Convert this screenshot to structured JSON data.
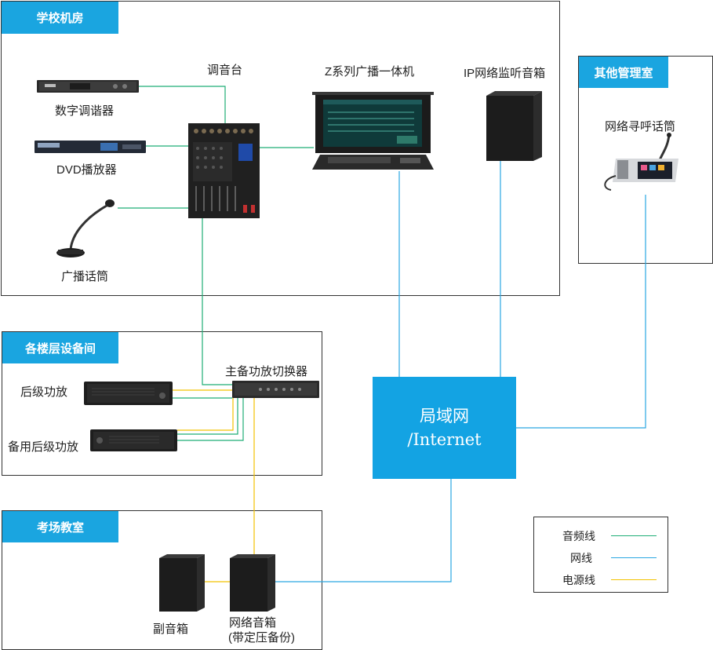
{
  "colors": {
    "audio": "#1fae76",
    "network": "#2aa7e2",
    "power": "#f2c200",
    "zone_title_bg": "#1aa5e0",
    "lan_bg": "#13a3e3"
  },
  "zones": {
    "school": "学校机房",
    "floor": "各楼层设备间",
    "exam": "考场教室",
    "other": "其他管理室"
  },
  "devices": {
    "tuner": "数字调谐器",
    "dvd": "DVD播放器",
    "mic": "广播话筒",
    "mixer": "调音台",
    "host": "Z系列广播一体机",
    "monitor_speaker": "IP网络监听音箱",
    "paging_mic": "网络寻呼话筒",
    "amp": "后级功放",
    "backup_amp": "备用后级功放",
    "switcher": "主备功放切换器",
    "sub_speaker": "副音箱",
    "net_speaker_line1": "网络音箱",
    "net_speaker_line2": "(带定压备份)"
  },
  "lan": {
    "line1": "局域网",
    "line2": "/Internet"
  },
  "legend": {
    "audio": "音频线",
    "network": "网线",
    "power": "电源线"
  }
}
